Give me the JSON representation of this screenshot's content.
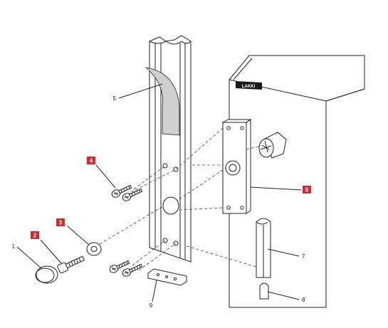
{
  "diagram": {
    "brand_plate_text": "LAKKI",
    "callouts": [
      {
        "id": "c1",
        "text": "1",
        "highlighted": false
      },
      {
        "id": "c2",
        "text": "2",
        "highlighted": true
      },
      {
        "id": "c3",
        "text": "3",
        "highlighted": true
      },
      {
        "id": "c4",
        "text": "4",
        "highlighted": true
      },
      {
        "id": "c5",
        "text": "5",
        "highlighted": false
      },
      {
        "id": "c6",
        "text": "6",
        "highlighted": true
      },
      {
        "id": "c7",
        "text": "7",
        "highlighted": false
      },
      {
        "id": "c8",
        "text": "8",
        "highlighted": false
      },
      {
        "id": "c9",
        "text": "9",
        "highlighted": false
      }
    ]
  },
  "colors": {
    "highlight_badge": "#d9262b",
    "line": "#222222",
    "tape_gray": "#cfcfcf"
  }
}
